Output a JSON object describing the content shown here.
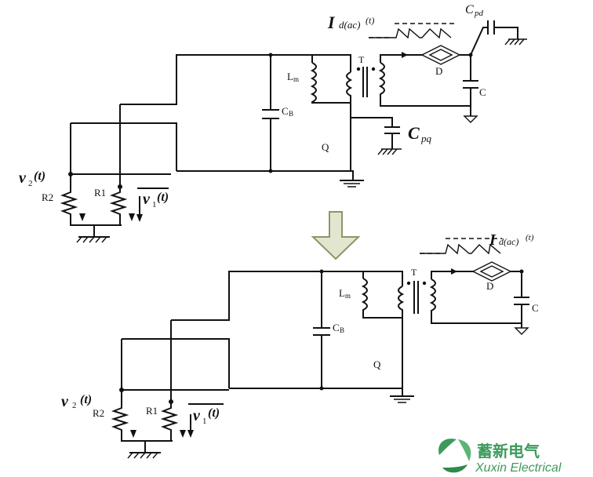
{
  "top": {
    "id_label": "I",
    "id_sub": "d(ac)",
    "id_t": "(t)",
    "cpd_label": "C",
    "cpd_sub": "pd",
    "cpq_label": "C",
    "cpq_sub": "pq",
    "T": "T",
    "D": "D",
    "C": "C",
    "Lm": "L",
    "Lm_sub": "m",
    "CB": "C",
    "CB_sub": "B",
    "Q": "Q",
    "R1": "R1",
    "R2": "R2",
    "v1": "v",
    "v1_sub": "1",
    "v1_t": "(t)",
    "v2": "v",
    "v2_sub": "2",
    "v2_t": "(t)"
  },
  "bottom": {
    "id_label": "I",
    "id_sub": "d(ac)",
    "id_t": "(t)",
    "T": "T",
    "D": "D",
    "C": "C",
    "Lm": "L",
    "Lm_sub": "m",
    "CB": "C",
    "CB_sub": "B",
    "Q": "Q",
    "R1": "R1",
    "R2": "R2",
    "v1": "v",
    "v1_sub": "1",
    "v1_t": "(t)",
    "v2": "v",
    "v2_sub": "2",
    "v2_t": "(t)"
  },
  "logo": {
    "name_cn": "蓄新电气",
    "name_en": "Xuxin Electrical"
  },
  "colors": {
    "wire": "#111111",
    "arrow_fill": "#e3e6cf",
    "arrow_stroke": "#8d9568",
    "logo_green": "#3d9a5b"
  }
}
